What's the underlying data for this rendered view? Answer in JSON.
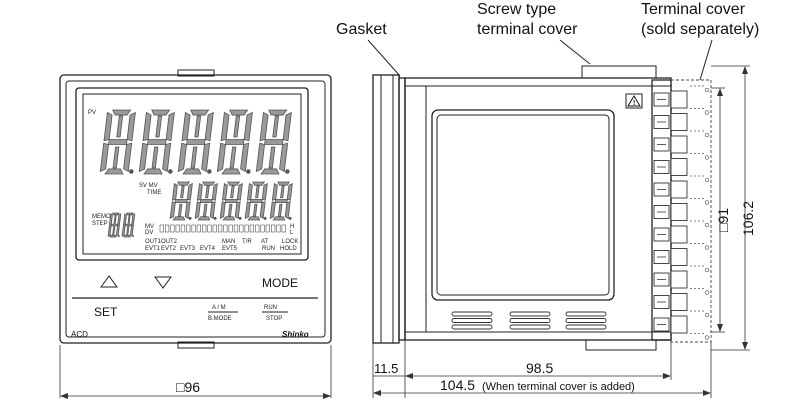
{
  "callouts": {
    "gasket": "Gasket",
    "screw_cover_line1": "Screw type",
    "screw_cover_line2": "terminal cover",
    "terminal_cover_line1": "Terminal cover",
    "terminal_cover_line2": "(sold separately)"
  },
  "front_panel": {
    "pv_label": "PV",
    "sv_mv_label": "SV MV",
    "time_label": "TIME",
    "memo_label": "MEMO",
    "step_label": "STEP",
    "mv_label": "MV",
    "dv_label": "DV",
    "bar_h": "H",
    "bar_l": "L",
    "out1": "OUT1",
    "out2": "OUT2",
    "evt1": "EVT1",
    "evt2": "EVT2",
    "evt3": "EVT3",
    "evt4": "EVT4",
    "man": "MAN",
    "evt5": "EVT5",
    "tr": "T/R",
    "at": "AT",
    "lock": "LOCK",
    "run": "RUN",
    "hold": "HOLD",
    "mode_key": "MODE",
    "set_key": "SET",
    "am_key_top": "A / M",
    "am_key_bottom": "B.MODE",
    "run_key_top": "RUN",
    "run_key_bottom": "STOP",
    "model": "ACD",
    "brand": "Shinko"
  },
  "dimensions": {
    "front_width": "□96",
    "bezel_depth": "11.5",
    "body_depth": "98.5",
    "total_depth": "104.5",
    "total_depth_note": "(When terminal cover is added)",
    "panel_height": "□91",
    "total_height": "106.2"
  }
}
